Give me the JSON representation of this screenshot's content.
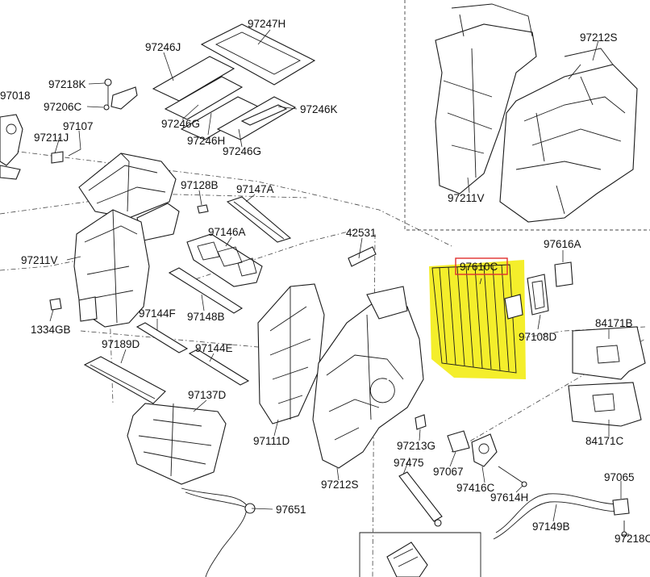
{
  "diagram": {
    "highlight_color": "#f4ee2b",
    "callout_box_color": "#e0302f",
    "highlighted_part": "97610C",
    "labels": {
      "p97247H": "97247H",
      "p97246J": "97246J",
      "p97246K": "97246K",
      "p97246G_a": "97246G",
      "p97246H": "97246H",
      "p97246G_b": "97246G",
      "p97218K": "97218K",
      "p97018": "97018",
      "p97206C": "97206C",
      "p97107": "97107",
      "p97211J": "97211J",
      "p97128B": "97128B",
      "p97147A": "97147A",
      "p97146A": "97146A",
      "p97211V_main": "97211V",
      "p1334GB": "1334GB",
      "p97144F": "97144F",
      "p97148B": "97148B",
      "p97189D": "97189D",
      "p97144E": "97144E",
      "p97137D": "97137D",
      "p97111D": "97111D",
      "p97651": "97651",
      "p42531": "42531",
      "p97610C": "97610C",
      "p97616A": "97616A",
      "p97108D": "97108D",
      "p84171B": "84171B",
      "p84171C": "84171C",
      "p97212S_inset": "97212S",
      "p97211V_inset": "97211V",
      "p97213G": "97213G",
      "p97475": "97475",
      "p97067": "97067",
      "p97416C": "97416C",
      "p97614H": "97614H",
      "p97149B": "97149B",
      "p97065": "97065",
      "p97212S_main": "97212S",
      "p97218C": "97218C"
    }
  }
}
